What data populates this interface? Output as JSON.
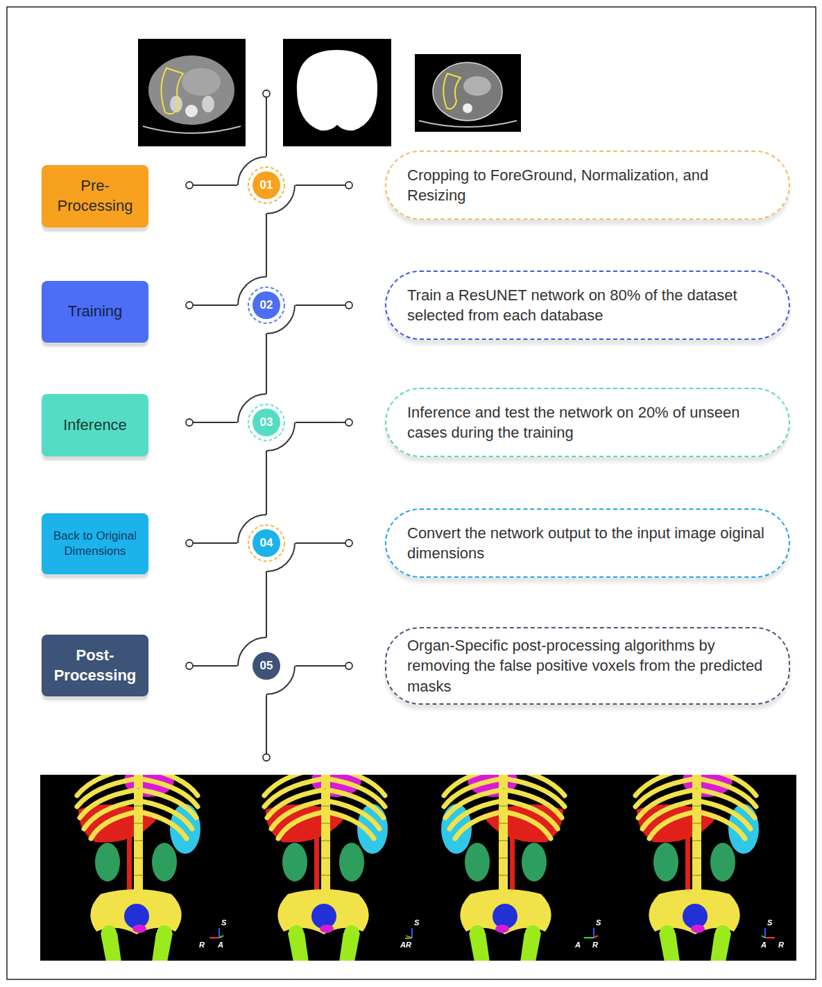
{
  "diagram": {
    "nodes": [
      {
        "text": [
          "Pre- Processing"
        ]
      },
      {
        "text": [
          "01"
        ]
      },
      {
        "text": [
          "Cropping to ForeGround, Normalization, and Resizing"
        ]
      },
      {
        "text": [
          "Training"
        ]
      },
      {
        "text": [
          "02"
        ]
      },
      {
        "text": [
          "Train a ResUNET network on 80% of the dataset selected from each database"
        ]
      },
      {
        "text": [
          "Inference"
        ]
      },
      {
        "text": [
          "03"
        ]
      },
      {
        "text": [
          "Inference and test the network on 20% of unseen cases during the training"
        ]
      },
      {
        "text": [
          "Back to Original Dimensions"
        ]
      },
      {
        "text": [
          "04"
        ]
      },
      {
        "text": [
          "Convert the network output to the input image oiginal dimensions"
        ]
      },
      {
        "text": [
          "Post- Processing"
        ]
      },
      {
        "text": [
          "05"
        ]
      },
      {
        "text": [
          "Organ-Specific post-processing algorithms by removing the false positive voxels from the predicted masks"
        ]
      }
    ],
    "edges": [
      {
        "from": 1,
        "to": 4,
        "arrow": "none"
      },
      {
        "from": 4,
        "to": 7,
        "arrow": "none"
      },
      {
        "from": 7,
        "to": 10,
        "arrow": "none"
      },
      {
        "from": 10,
        "to": 13,
        "arrow": "none"
      }
    ],
    "labels": [
      "S",
      "R",
      "A",
      "S",
      "AR",
      "S",
      "A",
      "R",
      "S",
      "A",
      "R"
    ]
  }
}
